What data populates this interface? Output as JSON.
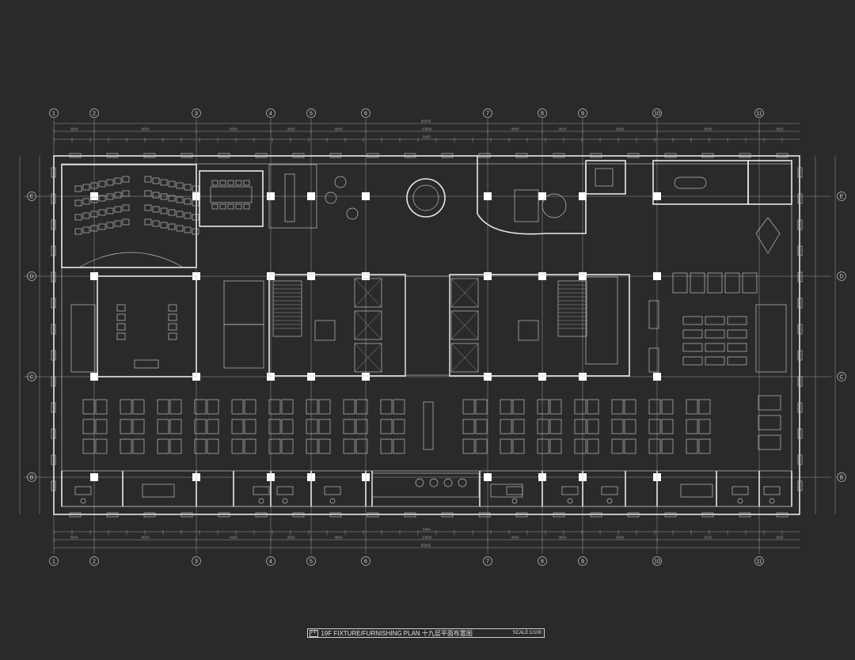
{
  "title_block": {
    "badge": "FF",
    "title": "19F FIXTURE/FURNISHING PLAN 十九层平面布置图",
    "scale": "SCALE:1/100"
  },
  "grid": {
    "columns": [
      "1",
      "2",
      "3",
      "4",
      "5",
      "6",
      "7",
      "8",
      "9",
      "10",
      "11"
    ],
    "rows": [
      "E",
      "D",
      "C",
      "B"
    ]
  },
  "dimensions": {
    "overall": "66000",
    "bays": [
      "3600",
      "9000",
      "6600",
      "3600",
      "4800",
      "10800",
      "4800",
      "3600",
      "6600",
      "9000",
      "3600"
    ],
    "core_span": "9450"
  },
  "colors": {
    "background": "#2a2a2a",
    "line": "#e8e8e8"
  }
}
